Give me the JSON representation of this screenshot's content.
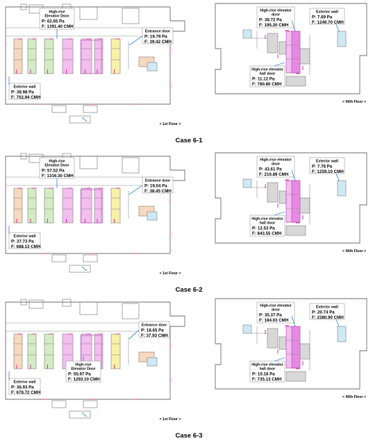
{
  "colors": {
    "orange": "#f7d9bd",
    "green": "#d3ecc5",
    "magenta": "#f3bef0",
    "magenta_dark": "#e789e4",
    "yellow": "#f8f1a6",
    "cyan": "#cfe9f6",
    "gray": "#d8d8d8",
    "door": "#d2309b",
    "leader": "#3a8ed8"
  },
  "cases": [
    {
      "label": "Case 6-1",
      "floor1_label": "< 1st Floor >",
      "floor40_label": "< 40th Floor >",
      "f1_elev": {
        "title1": "High-rise",
        "title2": "Elevator Door",
        "p": "P: 62.65 Pa",
        "f": "F: 1391.40 CMH"
      },
      "f1_entr": {
        "title1": "Entrance door",
        "title2": "",
        "p": "P: 19.79 Pa",
        "f": "F: 39.42 CMH"
      },
      "f1_ext": {
        "title1": "Exterior wall",
        "title2": "",
        "p": "P: 38.98 Pa",
        "f": "F: 702.94 CMH"
      },
      "f40_door": {
        "title1": "High-rise elevator",
        "title2": "door",
        "p": "P: 38.72 Pa",
        "f": "F: 195.20 CMH"
      },
      "f40_ext": {
        "title1": "Exterior wall",
        "title2": "",
        "p": "P: 7.69 Pa",
        "f": "F: 1249.70 CMH"
      },
      "f40_hall": {
        "title1": "High-rise elevator",
        "title2": "hall door",
        "p": "P: 11.12 Pa",
        "f": "F: 780.80 CMH"
      }
    },
    {
      "label": "Case 6-2",
      "floor1_label": "< 1st Floor >",
      "floor40_label": "< 40th Floor >",
      "f1_elev": {
        "title1": "High-rise",
        "title2": "Elevator Door",
        "p": "P: 57.52 Pa",
        "f": "F: 1316.30 CMH"
      },
      "f1_entr": {
        "title1": "Entrance door",
        "title2": "",
        "p": "P: 19.04 Pa",
        "f": "F: 38.45 CMH"
      },
      "f1_ext": {
        "title1": "Exterior wall",
        "title2": "",
        "p": "P: 37.73 Pa",
        "f": "F: 688.13 CMH"
      },
      "f40_door": {
        "title1": "High-rise elevator",
        "title2": "door",
        "p": "P: 43.61 Pa",
        "f": "F: 210.89 CMH"
      },
      "f40_ext": {
        "title1": "Exterior wall",
        "title2": "",
        "p": "P: 7.78 Pa",
        "f": "F: 1259.10 CMH"
      },
      "f40_hall": {
        "title1": "High-rise elevator",
        "title2": "hall door",
        "p": "P: 12.53 Pa",
        "f": "F: 843.55 CMH"
      }
    },
    {
      "label": "Case 6-3",
      "floor1_label": "< 1st Floor >",
      "floor40_label": "< 40th Floor >",
      "f1_elev": {
        "title1": "High-rise",
        "title2": "Elevator Door",
        "p": "P: 55.97 Pa",
        "f": "F: 1293.10 CMH"
      },
      "f1_entr": {
        "title1": "Entrance door",
        "title2": "",
        "p": "P: 18.65 Pa",
        "f": "F: 37.93 CMH"
      },
      "f1_ext": {
        "title1": "Exterior wall",
        "title2": "",
        "p": "P: 36.93 Pa",
        "f": "F: 678.72 CMH"
      },
      "f40_door": {
        "title1": "High-rise elevator",
        "title2": "door",
        "p": "P: 35.37 Pa",
        "f": "F: 184.03 CMH"
      },
      "f40_ext": {
        "title1": "Exterior wall",
        "title2": "",
        "p": "P: 20.74 Pa",
        "f": "F: 2380.90 CMH"
      },
      "f40_hall": {
        "title1": "High-rise elevator",
        "title2": "hall door",
        "p": "P: 10.16 Pa",
        "f": "F: 735.13 CMH"
      }
    }
  ]
}
